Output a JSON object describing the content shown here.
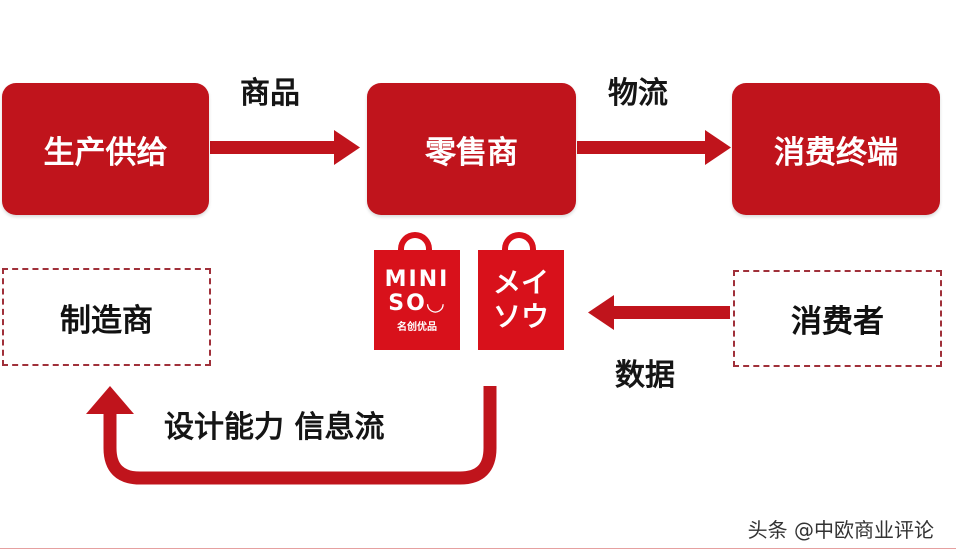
{
  "nodes": {
    "production": "生产供给",
    "retailer": "零售商",
    "consumer_terminal": "消费终端",
    "manufacturer": "制造商",
    "consumer": "消费者"
  },
  "labels": {
    "goods": "商品",
    "logistics": "物流",
    "data": "数据",
    "design_info": "设计能力 信息流"
  },
  "logo": {
    "miniso_line1": "MINI",
    "miniso_line2": "SO◡",
    "miniso_cn": "名创优品",
    "jp_line1": "メイ",
    "jp_line2": "ソウ"
  },
  "watermark": "头条 @中欧商业评论",
  "colors": {
    "primary_red": "#c0141c",
    "dashed_border": "#a0303a"
  }
}
